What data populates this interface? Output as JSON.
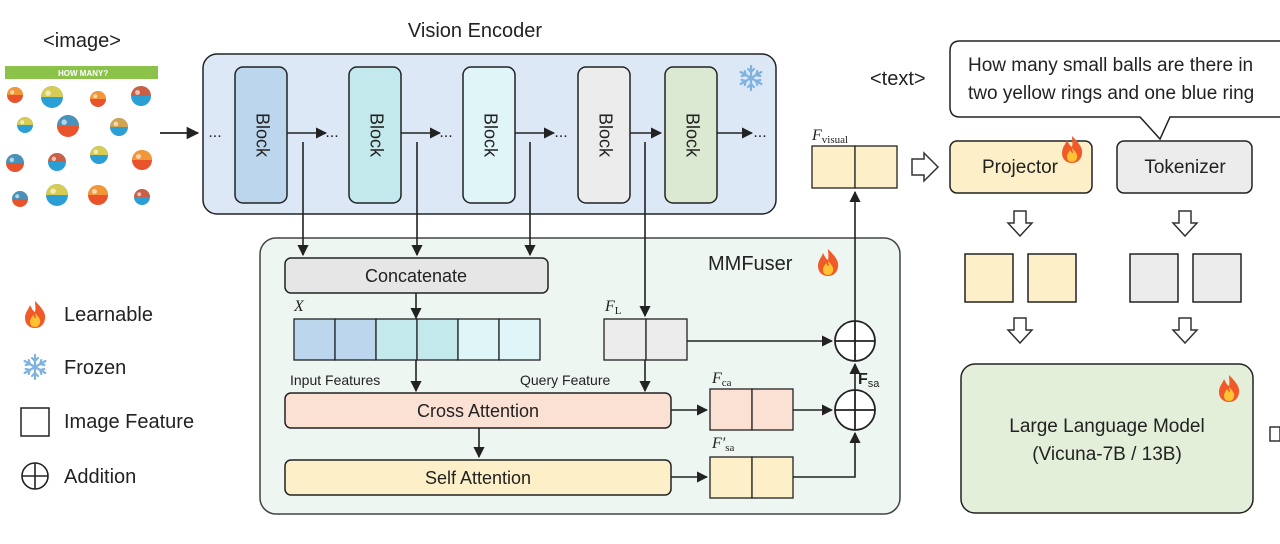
{
  "image_label": "<image>",
  "image_banner": "HOW MANY?",
  "vision_encoder": {
    "title": "Vision Encoder",
    "blocks": [
      "Block",
      "Block",
      "Block",
      "Block",
      "Block"
    ],
    "ellipsis": "..."
  },
  "mmfuser": {
    "title": "MMFuser",
    "concatenate": "Concatenate",
    "x_label": "X",
    "fl_label": "F",
    "fl_sub": "L",
    "input_features": "Input Features",
    "query_feature": "Query Feature",
    "cross_attention": "Cross Attention",
    "self_attention": "Self Attention",
    "fca_label": "F",
    "fca_sub": "ca",
    "fsa_prime_label": "F′",
    "fsa_prime_sub": "sa",
    "fsa_label": "F",
    "fsa_sub": "sa"
  },
  "fvisual_label": "F",
  "fvisual_sub": "visual",
  "text_label": "<text>",
  "speech_line1": "How many small balls are there in",
  "speech_line2": "two yellow rings and one blue ring",
  "projector": "Projector",
  "tokenizer": "Tokenizer",
  "llm": {
    "line1": "Large Language Model",
    "line2": "(Vicuna-7B / 13B)"
  },
  "legend": {
    "learnable": "Learnable",
    "frozen": "Frozen",
    "image_feature": "Image Feature",
    "addition": "Addition"
  },
  "colors": {
    "encoder_bg": "#dde8f6",
    "fuser_bg": "#eef6f2",
    "block1": "#bcd6ee",
    "block2": "#c3e9ec",
    "block3": "#dff5f8",
    "block4": "#ececec",
    "block5": "#dce9d2",
    "projector": "#fdf0c8",
    "tokenizer": "#ececec",
    "cross_attention": "#fbe0d4",
    "self_attention": "#fdf0c8",
    "llm": "#e3efd9"
  },
  "icons": {
    "learnable": "flame-icon",
    "frozen": "snowflake-icon",
    "addition": "plus-circle-icon"
  }
}
